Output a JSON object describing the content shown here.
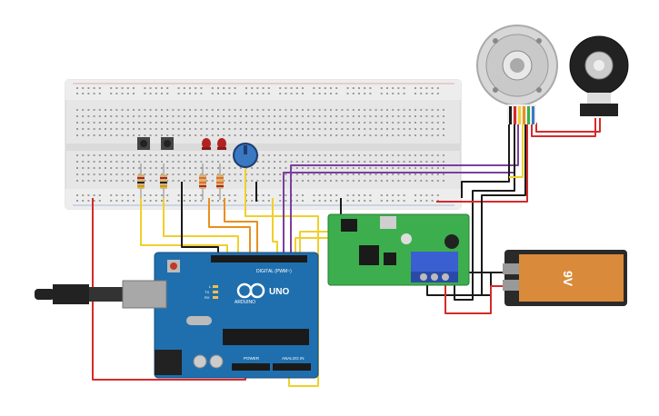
{
  "arduino": {
    "brand": "ARDUINO",
    "model": "UNO",
    "digital_header": "DIGITAL (PWM~)",
    "power_header": "POWER",
    "analog_header": "ANALOG IN",
    "led_labels": [
      "L",
      "TX",
      "RX"
    ]
  },
  "battery": {
    "label": "9V"
  },
  "colors": {
    "board_blue": "#1f6fae",
    "breadboard": "#e8e8e8",
    "wire_red": "#d62a2a",
    "wire_yellow": "#f0d02a",
    "wire_orange": "#e8901e",
    "wire_purple": "#7b3fa0",
    "wire_black": "#1a1a1a",
    "driver_green": "#3dae4e",
    "battery_orange": "#d98a3a"
  },
  "icons": [
    "infinity-logo-icon"
  ]
}
